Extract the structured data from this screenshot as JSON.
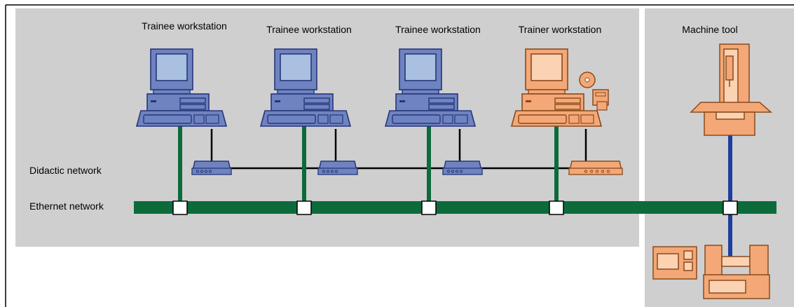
{
  "labels": {
    "trainee_ws_1": "Trainee workstation",
    "trainee_ws_2": "Trainee workstation",
    "trainee_ws_3": "Trainee workstation",
    "trainer_ws": "Trainer workstation",
    "machine_tool": "Machine tool",
    "didactic_network": "Didactic network",
    "ethernet_network": "Ethernet network"
  },
  "colors": {
    "background_panel": "#cfcfd0",
    "ethernet": "#0d6b3b",
    "didactic_line": "#000000",
    "machine_link": "#1e3f9e",
    "trainee_body": "#6f83c0",
    "trainee_outline": "#26367a",
    "trainee_screen": "#a9c0e0",
    "trainer_body": "#f4a877",
    "trainer_outline": "#8a4a1c",
    "trainer_screen": "#fbd2b2"
  }
}
